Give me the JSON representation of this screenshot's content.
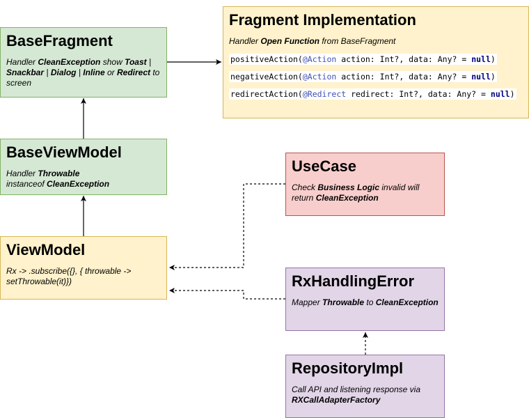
{
  "base_fragment": {
    "title": "BaseFragment",
    "d1": "Handler ",
    "d2": "CleanException",
    "d3": " show ",
    "d4": "Toast",
    "d5": " | ",
    "d6": "Snackbar",
    "d7": " | ",
    "d8": "Dialog",
    "d9": " | ",
    "d10": "Inline",
    "d11": " or ",
    "d12": "Redirect",
    "d13": " to screen"
  },
  "fragment_impl": {
    "title": "Fragment Implementation",
    "d1": "Handler ",
    "d2": "Open Function",
    "d3": " from BaseFragment",
    "lines": [
      {
        "a": "positiveAction(",
        "ann": "@Action",
        "b": " action: Int?, data: Any? = ",
        "kw": "null",
        "c": ")"
      },
      {
        "a": "negativeAction(",
        "ann": "@Action",
        "b": " action: Int?, data: Any? = ",
        "kw": "null",
        "c": ")"
      },
      {
        "a": "redirectAction(",
        "ann": "@Redirect",
        "b": " redirect: Int?, data: Any? = ",
        "kw": "null",
        "c": ")"
      }
    ]
  },
  "base_viewmodel": {
    "title": "BaseViewModel",
    "d1": "Handler ",
    "d2": "Throwable",
    "d3": "instanceof ",
    "d4": "CleanException"
  },
  "usecase": {
    "title": "UseCase",
    "d1": "Check ",
    "d2": "Business Logic",
    "d3": " invalid will return ",
    "d4": "CleanException"
  },
  "viewmodel": {
    "title": "ViewModel",
    "d1": "Rx -> .subscribe({}, { throwable -> setThrowable(it)})"
  },
  "rx_handling_error": {
    "title": "RxHandlingError",
    "d1": "Mapper ",
    "d2": "Throwable",
    "d3": " to ",
    "d4": "CleanException"
  },
  "repository_impl": {
    "title": "RepositoryImpl",
    "d1": "Call API and listening response via ",
    "d2": "RXCallAdapterFactory"
  }
}
